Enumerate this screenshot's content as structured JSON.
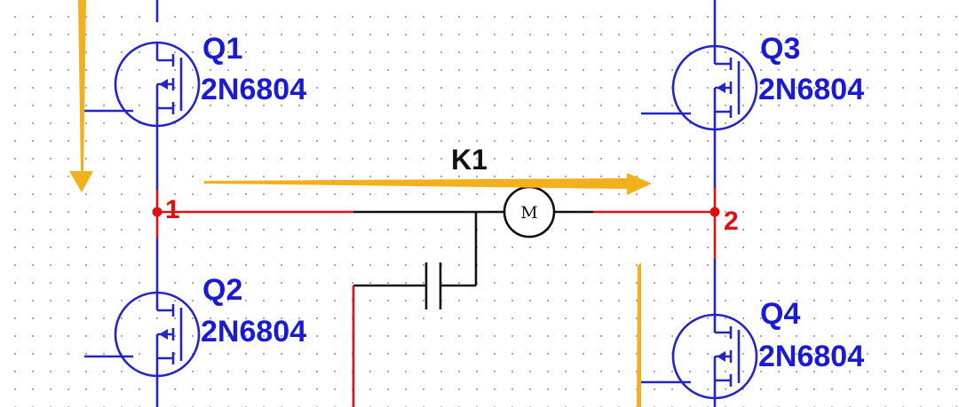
{
  "colors": {
    "wire_blue": "#2424c8",
    "wire_red": "#e01010",
    "wire_black": "#111111",
    "label_blue": "#1a1ad6",
    "arrow_orange": "#f2b01c",
    "grid_dot": "#9a9a9a"
  },
  "transistors": [
    {
      "name": "Q1",
      "part": "2N6804"
    },
    {
      "name": "Q2",
      "part": "2N6804"
    },
    {
      "name": "Q3",
      "part": "2N6804"
    },
    {
      "name": "Q4",
      "part": "2N6804"
    }
  ],
  "nodes": [
    {
      "label": "1"
    },
    {
      "label": "2"
    }
  ],
  "motor": {
    "label": "M"
  },
  "current_path": {
    "label": "K1"
  },
  "icons": {
    "transistor": "mosfet-p-channel-icon",
    "motor": "motor-icon",
    "capacitor": "capacitor-icon",
    "arrow": "current-flow-arrow-icon"
  }
}
